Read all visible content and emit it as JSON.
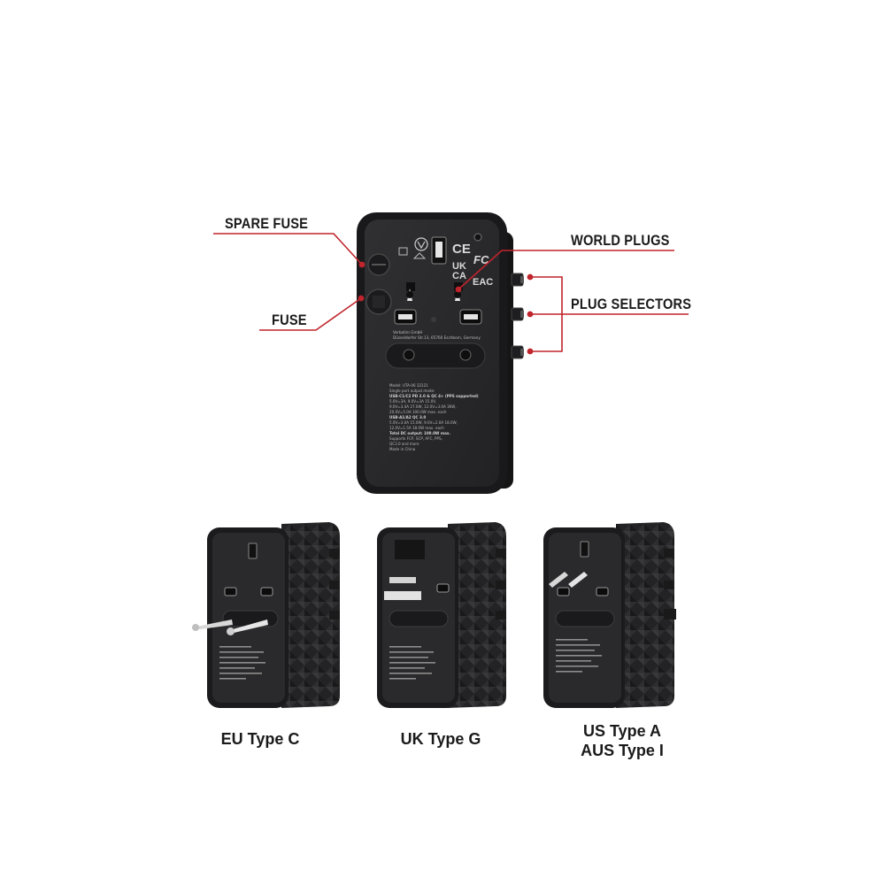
{
  "colors": {
    "callout_line": "#c0242c",
    "device_body": "#1c1c1d",
    "device_face": "#2b2b2d",
    "label_text": "#1a1a1a",
    "background": "#ffffff"
  },
  "callouts": {
    "spare_fuse": "SPARE FUSE",
    "fuse": "FUSE",
    "world_plugs": "WORLD PLUGS",
    "plug_selectors": "PLUG SELECTORS"
  },
  "main_device": {
    "marks": {
      "ce": "CE",
      "fc": "FC",
      "ukca_top": "UK",
      "ukca_bottom": "CA",
      "eac": "EAC"
    },
    "company_lines": [
      "Verbatim GmbH",
      "Düsseldorfer Str.13, 65760 Eschborn, Germany"
    ],
    "spec_lines": [
      "Model: UTA-06 32121",
      "Single port output mode:",
      "USB-C1/C2 PD 3.0 & QC 4+ (PPS supported)",
      "5.0V=3A, 9.0V=3A 15.0V,",
      "9.0V=3.4A 27.0W, 12.0V=3.0A 36W,",
      "20.0V=5.0A 100.0W max. each",
      "USB-A1/A2 QC 3.0",
      "5.0V=3.0A 15.0W, 9.0V=2.0A 18.0W,",
      "12.0V=1.5A 18.0W max. each",
      "Total DC output: 100.0W max.",
      "Supports FCP, SCP, AFC, PPS,",
      "QC3.0 and more",
      "Made in China"
    ]
  },
  "variants": [
    {
      "label_lines": [
        "EU Type C"
      ]
    },
    {
      "label_lines": [
        "UK Type G"
      ]
    },
    {
      "label_lines": [
        "US Type A",
        "AUS Type I"
      ]
    }
  ]
}
